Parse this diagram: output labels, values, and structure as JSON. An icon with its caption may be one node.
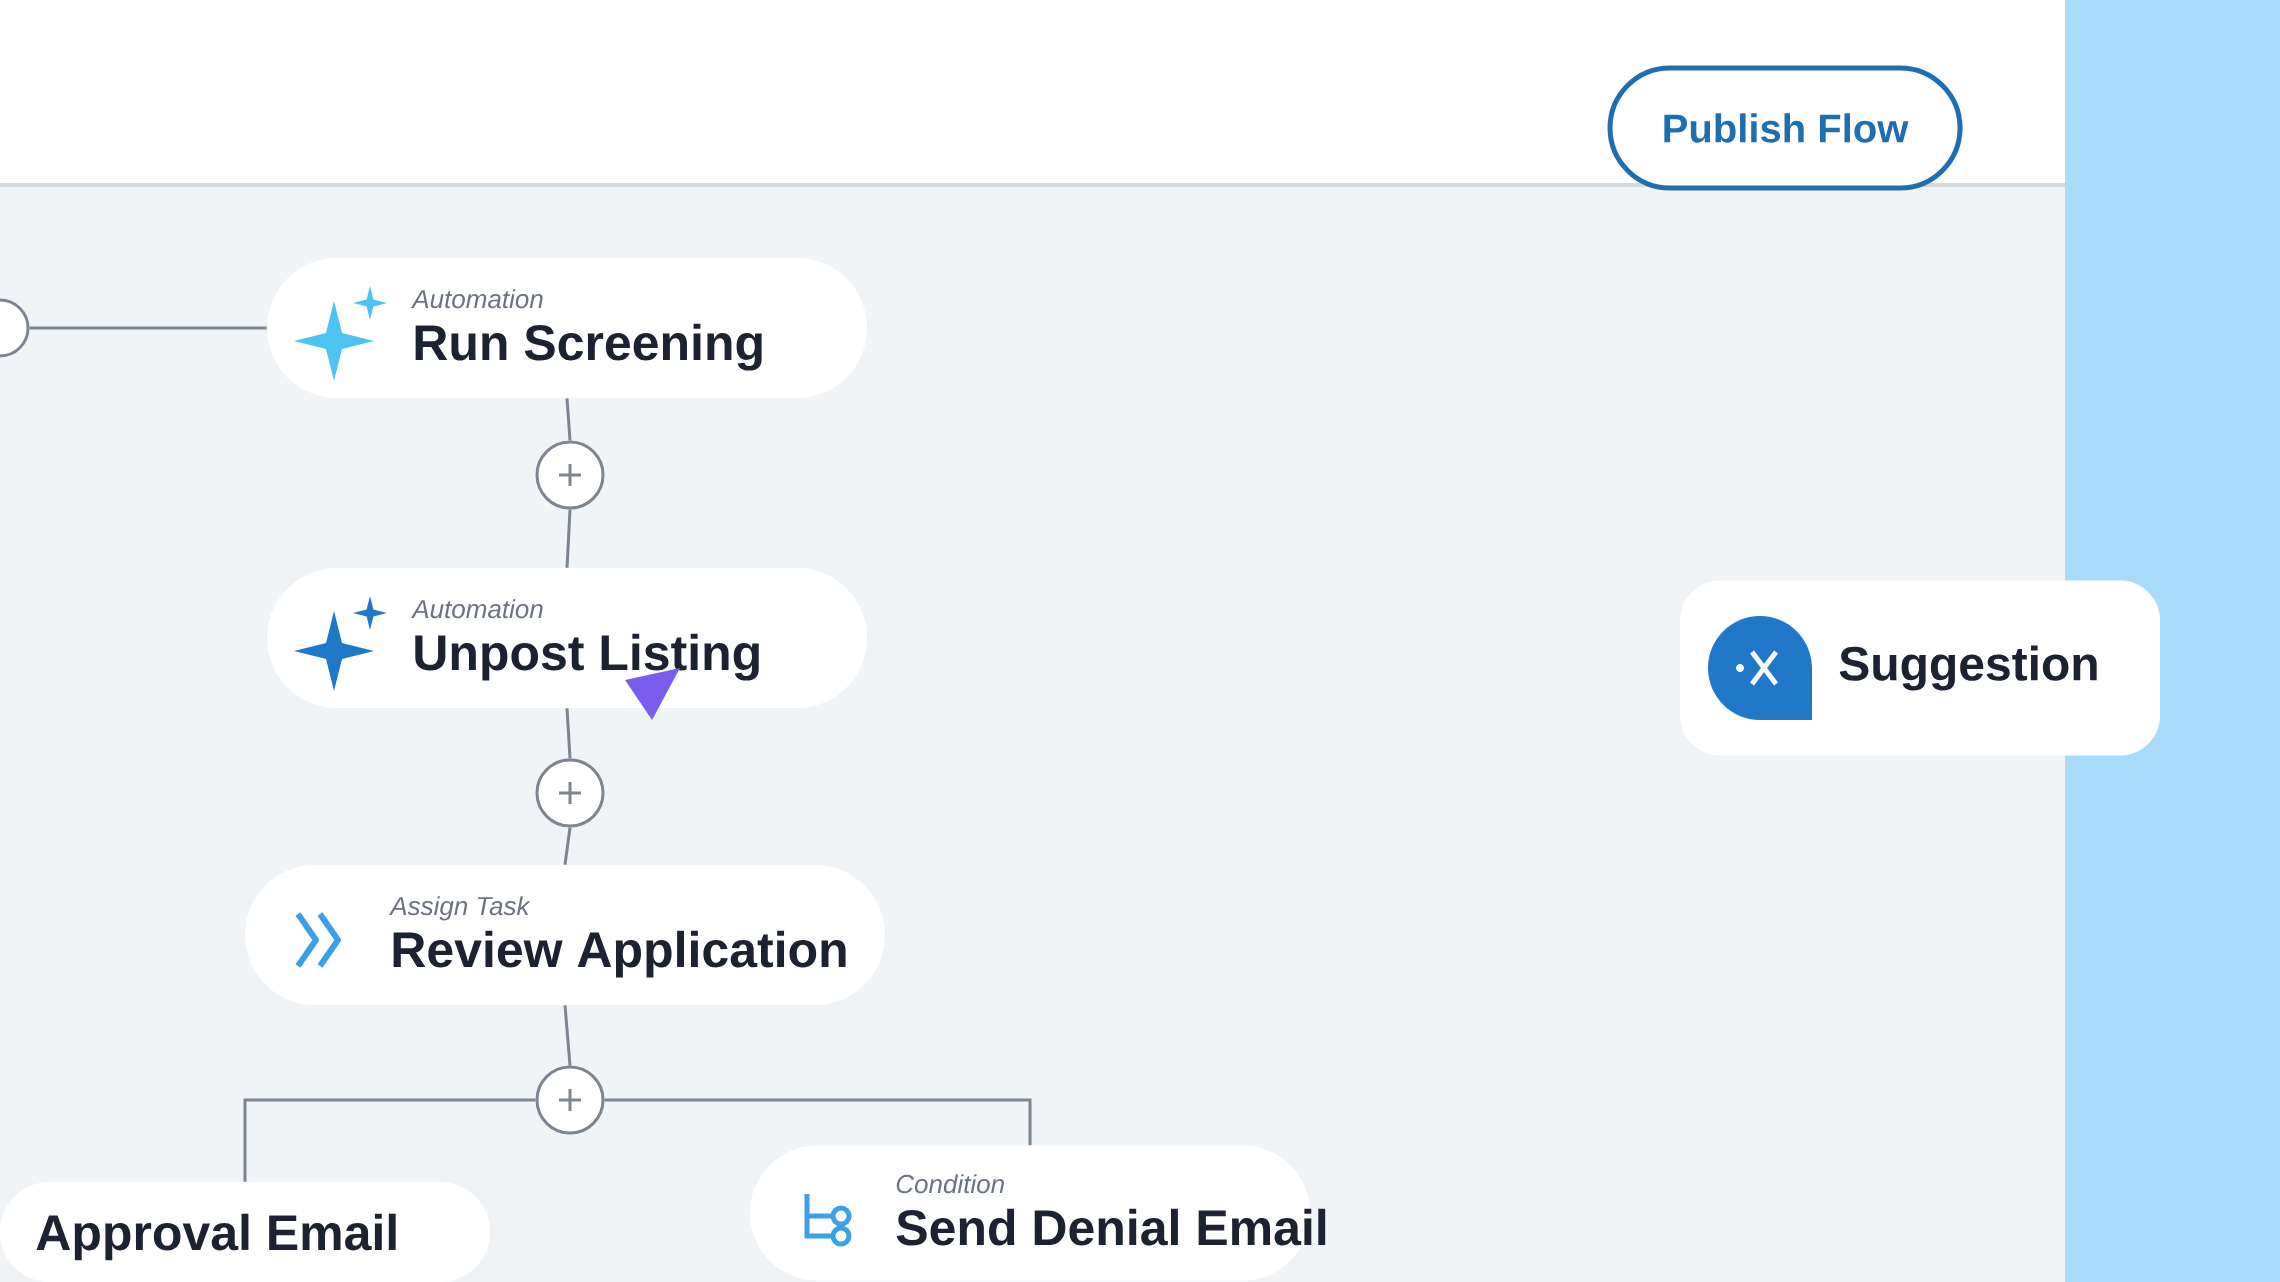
{
  "diagram": {
    "nodes": [
      {
        "text": [
          "Publish Flow"
        ]
      },
      {
        "text": [],
        "shape": "circle"
      },
      {
        "text": [
          "Automation",
          "Run Screening"
        ]
      },
      {
        "text": [],
        "shape": "circle"
      },
      {
        "text": [
          "Automation",
          "Unpost Listing"
        ]
      },
      {
        "text": [],
        "shape": "circle"
      },
      {
        "text": [
          "Suggestion"
        ]
      },
      {
        "text": [
          "Assign Task",
          "Review Application"
        ]
      },
      {
        "text": [],
        "shape": "circle"
      },
      {
        "text": [
          "Approval Email"
        ]
      },
      {
        "text": [
          "Condition",
          "Send Denial Email"
        ]
      }
    ],
    "edges": [
      {
        "from": 1,
        "to": 2,
        "arrow": "none"
      },
      {
        "from": 2,
        "to": 3,
        "arrow": "none"
      },
      {
        "from": 3,
        "to": 4,
        "arrow": "none"
      },
      {
        "from": 4,
        "to": 5,
        "arrow": "none"
      },
      {
        "from": 5,
        "to": 7,
        "arrow": "none"
      },
      {
        "from": 7,
        "to": 8,
        "arrow": "none"
      },
      {
        "from": 8,
        "to": 9,
        "arrow": "none"
      },
      {
        "from": 8,
        "to": 10,
        "arrow": "none"
      }
    ]
  }
}
